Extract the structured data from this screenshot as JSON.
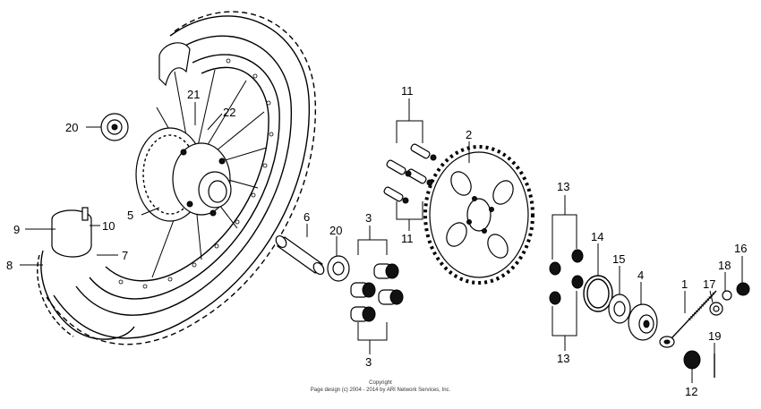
{
  "callouts": {
    "c1": "1",
    "c2": "2",
    "c3a": "3",
    "c3b": "3",
    "c4": "4",
    "c5": "5",
    "c6": "6",
    "c7": "7",
    "c8": "8",
    "c9": "9",
    "c10": "10",
    "c11a": "11",
    "c11b": "11",
    "c12": "12",
    "c13a": "13",
    "c13b": "13",
    "c14": "14",
    "c15": "15",
    "c16": "16",
    "c17": "17",
    "c18": "18",
    "c19": "19",
    "c20a": "20",
    "c20b": "20",
    "c21": "21",
    "c22": "22"
  },
  "copyright": {
    "line1": "Copyright",
    "line2": "Page design (c) 2004 - 2014 by ARI Network Services, Inc."
  }
}
